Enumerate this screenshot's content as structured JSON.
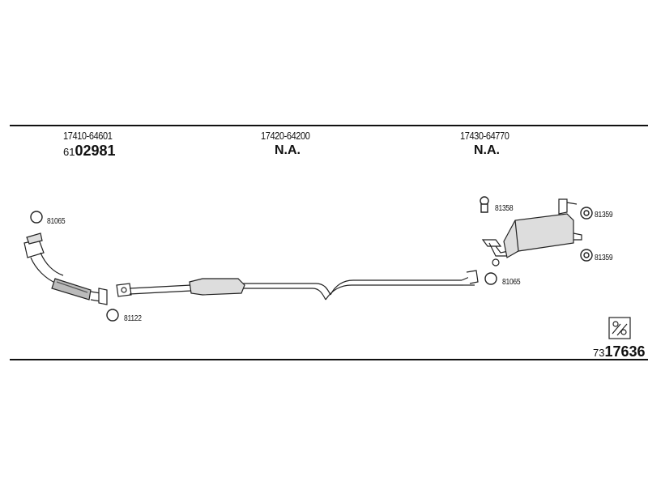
{
  "sections": [
    {
      "part_no": "17410-64601",
      "set_prefix": "61",
      "set_main": "02981"
    },
    {
      "part_no": "17420-64200",
      "status": "N.A."
    },
    {
      "part_no": "17430-64770",
      "status": "N.A."
    }
  ],
  "callouts": {
    "front_gasket": "81065",
    "front_flange_gasket": "81122",
    "rear_clamp": "81358",
    "rear_hanger_top": "81359",
    "rear_hanger_bottom": "81359",
    "rear_gasket": "81065"
  },
  "footer": {
    "code_prefix": "73",
    "code_main": "17636"
  }
}
